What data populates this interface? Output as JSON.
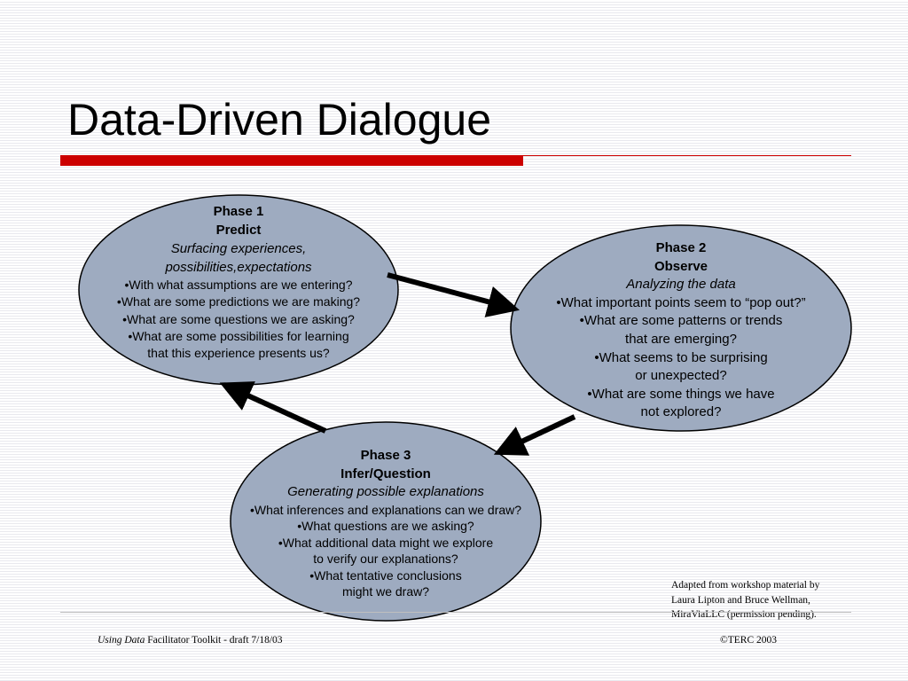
{
  "slide": {
    "title": "Data-Driven Dialogue",
    "colors": {
      "accent": "#cc0000",
      "ellipse_fill": "#9eabc0",
      "ellipse_stroke": "#000000",
      "arrow": "#000000"
    }
  },
  "phases": [
    {
      "heading": "Phase 1",
      "name": "Predict",
      "subtitle_lines": [
        "Surfacing experiences,",
        "possibilities,expectations"
      ],
      "bullet_lines": [
        "•With what assumptions are we entering?",
        "•What are some predictions we are making?",
        "•What are some questions we are asking?",
        "•What are some possibilities for learning",
        "that this experience presents us?"
      ]
    },
    {
      "heading": "Phase 2",
      "name": "Observe",
      "subtitle_lines": [
        "Analyzing the data"
      ],
      "bullet_lines": [
        "•What important points seem to “pop out?”",
        "•What are some patterns or trends",
        "that are emerging?",
        "•What seems to be surprising",
        "or unexpected?",
        "•What are some things we have",
        "not explored?"
      ]
    },
    {
      "heading": "Phase 3",
      "name": "Infer/Question",
      "subtitle_lines": [
        "Generating possible explanations"
      ],
      "bullet_lines": [
        "•What inferences and explanations can we draw?",
        "•What questions are we asking?",
        "•What additional data might we explore",
        "to verify our explanations?",
        "•What tentative conclusions",
        "might we draw?"
      ]
    }
  ],
  "credit": {
    "lines": [
      "Adapted from workshop material by",
      "Laura Lipton and Bruce Wellman,",
      "MiraViaLLC (permission pending)."
    ]
  },
  "footer": {
    "left_italic": "Using Data",
    "left_rest": " Facilitator Toolkit - draft 7/18/03",
    "right": "©TERC 2003"
  }
}
